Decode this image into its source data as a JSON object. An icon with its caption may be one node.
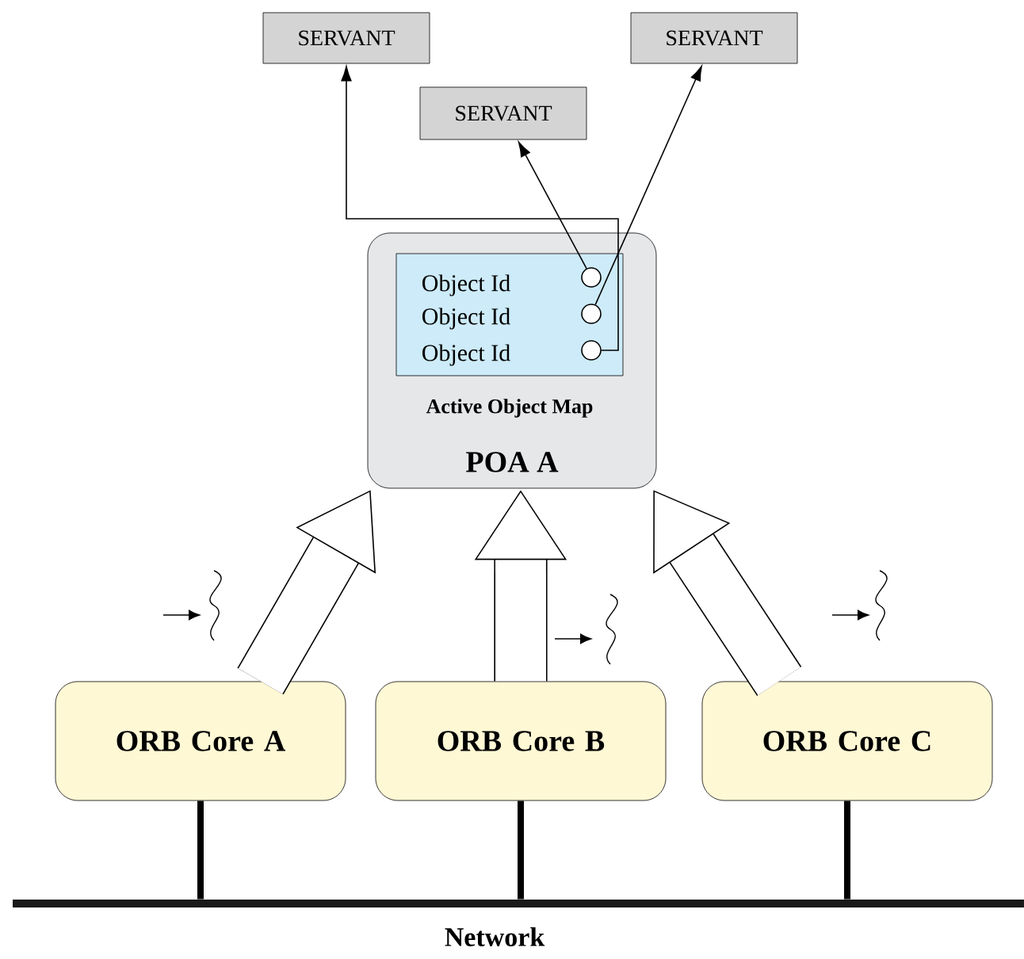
{
  "diagram": {
    "nodes": [
      {
        "text": [
          "SERVANT"
        ]
      },
      {
        "text": [
          "SERVANT"
        ]
      },
      {
        "text": [
          "SERVANT"
        ]
      },
      {
        "text": [
          "POA A"
        ]
      },
      {
        "text": [
          "Object Id",
          "Object Id",
          "Object Id",
          "Active Object Map"
        ],
        "in": 3
      },
      {
        "text": [],
        "shape": "circle",
        "in": 4
      },
      {
        "text": [],
        "shape": "circle",
        "in": 4
      },
      {
        "text": [],
        "shape": "circle",
        "in": 4
      },
      {
        "text": [
          "ORB Core A"
        ]
      },
      {
        "text": [
          "ORB Core B"
        ]
      },
      {
        "text": [
          "ORB Core C"
        ]
      },
      {
        "text": [
          "Network"
        ]
      }
    ],
    "edges": [
      {
        "from": 5,
        "to": 1,
        "arrow": "to"
      },
      {
        "from": 6,
        "to": 2,
        "arrow": "to"
      },
      {
        "from": 7,
        "to": 0,
        "arrow": "to"
      },
      {
        "from": 8,
        "to": 3,
        "arrow": "to",
        "style": "thick"
      },
      {
        "from": 9,
        "to": 3,
        "arrow": "to",
        "style": "thick"
      },
      {
        "from": 10,
        "to": 3,
        "arrow": "to",
        "style": "thick"
      },
      {
        "from": 8,
        "to": 11,
        "arrow": "none"
      },
      {
        "from": 9,
        "to": 11,
        "arrow": "none"
      },
      {
        "from": 10,
        "to": 11,
        "arrow": "none"
      }
    ]
  }
}
